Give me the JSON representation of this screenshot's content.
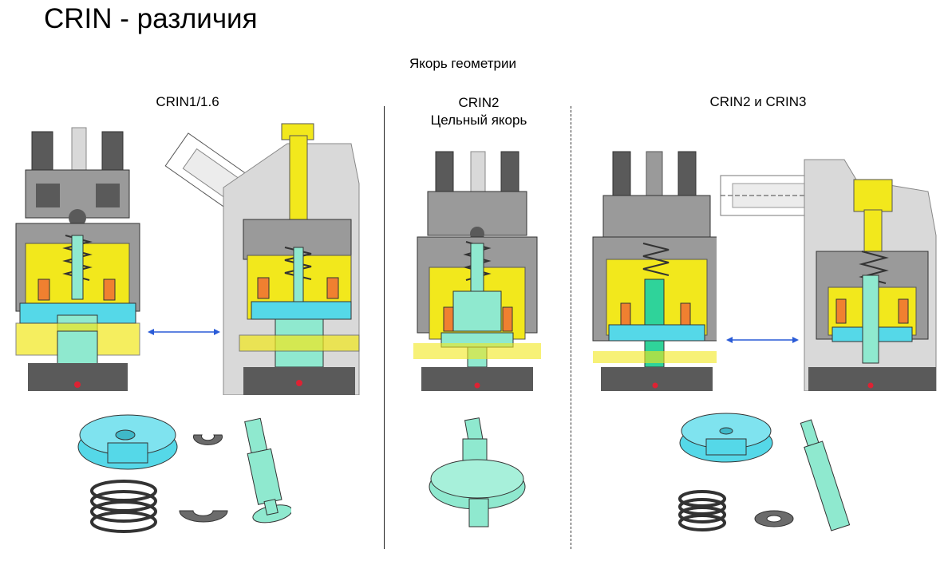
{
  "header": {
    "title": "CRIN - различия",
    "subtitle": "Якорь геометрии"
  },
  "columns": [
    {
      "label_line1": "CRIN1/1.6",
      "label_line2": ""
    },
    {
      "label_line1": "CRIN2",
      "label_line2": "Цельный якорь"
    },
    {
      "label_line1": "CRIN2 и CRIN3",
      "label_line2": ""
    }
  ],
  "colors": {
    "yellow": "#f2e81c",
    "cyan": "#55d8e8",
    "mint": "#8fe9cf",
    "green": "#2fd39a",
    "gray": "#9a9a9a",
    "dark": "#5a5a5a",
    "light": "#d9d9d9",
    "orange": "#f08030",
    "arrow": "#2a5bd7"
  }
}
